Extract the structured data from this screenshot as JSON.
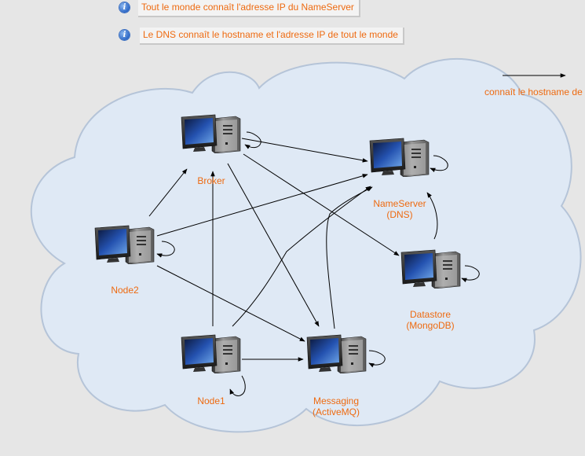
{
  "notes": [
    {
      "icon": "info-icon",
      "text": "Tout le monde connaît l'adresse IP du NameServer"
    },
    {
      "icon": "info-icon",
      "text": "Le DNS connaît le hostname et l'adresse IP de tout le monde"
    }
  ],
  "legend": {
    "text": "connaît le hostname de"
  },
  "nodes": [
    {
      "id": "broker",
      "lines": [
        "Broker"
      ]
    },
    {
      "id": "nameserver",
      "lines": [
        "NameServer",
        "(DNS)"
      ]
    },
    {
      "id": "node2",
      "lines": [
        "Node2"
      ]
    },
    {
      "id": "datastore",
      "lines": [
        "Datastore",
        "(MongoDB)"
      ]
    },
    {
      "id": "node1",
      "lines": [
        "Node1"
      ]
    },
    {
      "id": "messaging",
      "lines": [
        "Messaging",
        "(ActiveMQ)"
      ]
    }
  ],
  "colors": {
    "label": "#ee6a10",
    "cloud": "#dfe9f5",
    "cloud_border": "#b5c4d8",
    "arrow": "#000000"
  }
}
